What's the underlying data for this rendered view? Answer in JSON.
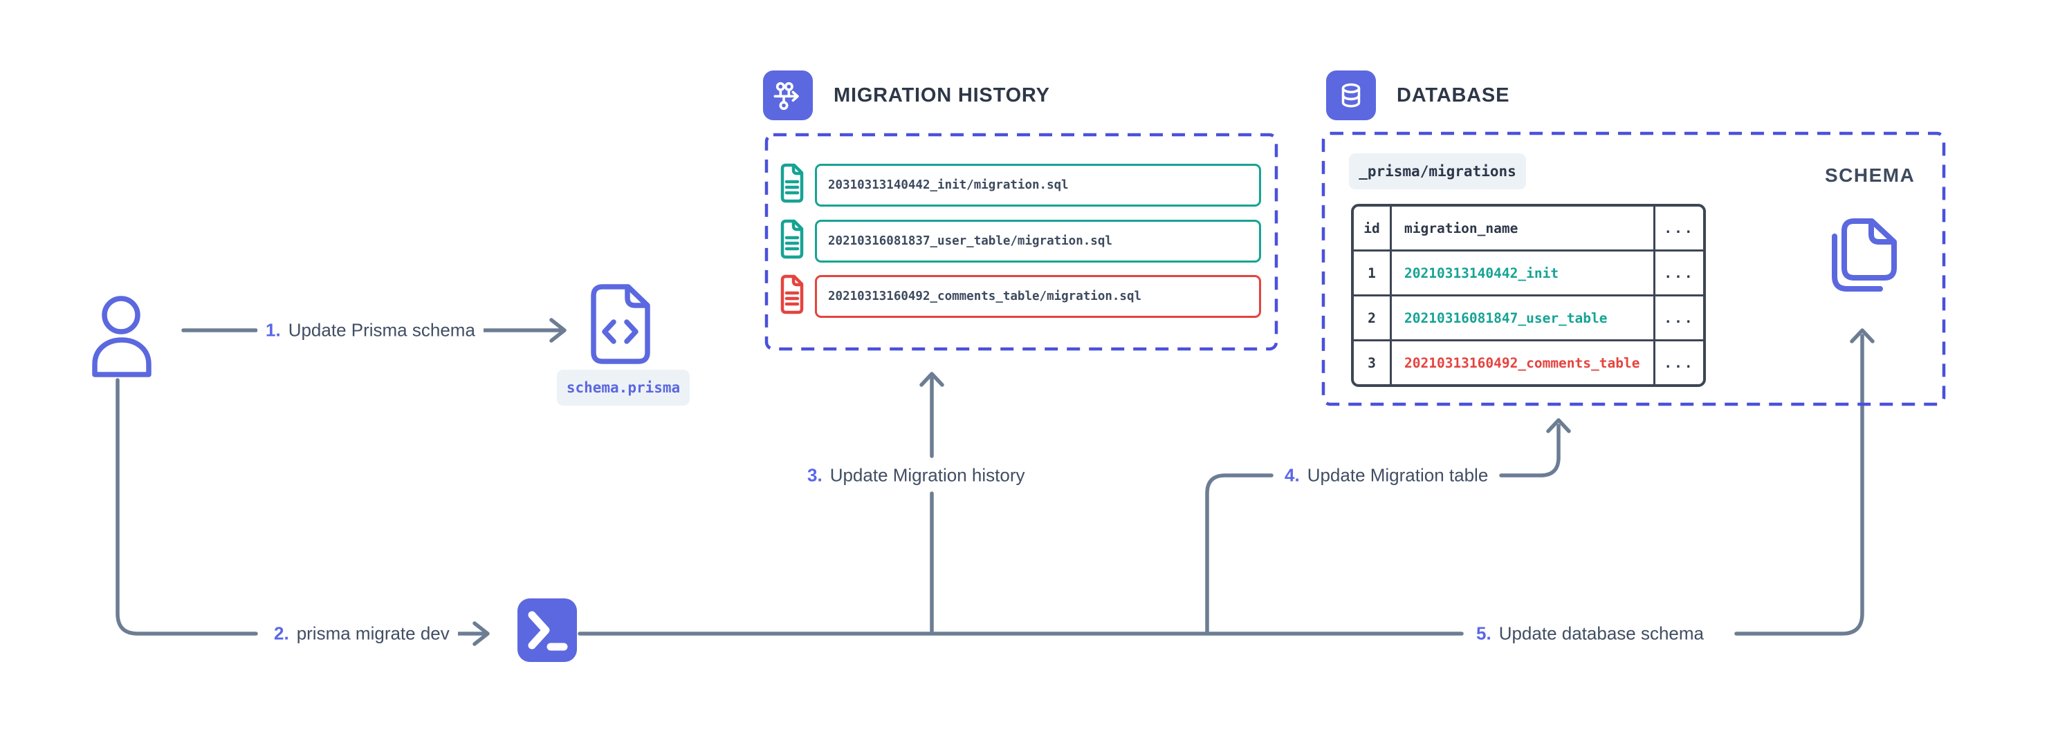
{
  "colors": {
    "indigo": "#5B68DF",
    "dashed_border": "#4A51DB",
    "teal_applied": "#16A394",
    "red_failed": "#E5433E",
    "heading_text": "#2D3748",
    "body_text": "#414E63",
    "connector_line": "#6C7D93",
    "chip_background": "#EDF2F7"
  },
  "steps": [
    {
      "num": "1.",
      "label": "Update Prisma schema"
    },
    {
      "num": "2.",
      "label": "prisma migrate dev"
    },
    {
      "num": "3.",
      "label": "Update Migration history"
    },
    {
      "num": "4.",
      "label": "Update Migration table"
    },
    {
      "num": "5.",
      "label": "Update database schema"
    }
  ],
  "schema_file": {
    "label": "schema.prisma"
  },
  "migration_history": {
    "title": "MIGRATION HISTORY",
    "entries": [
      {
        "text": "20310313140442_init/migration.sql",
        "status": "applied"
      },
      {
        "text": "20210316081837_user_table/migration.sql",
        "status": "applied"
      },
      {
        "text": "20210313160492_comments_table/migration.sql",
        "status": "failed"
      }
    ]
  },
  "database": {
    "title": "DATABASE",
    "table_name": "_prisma/migrations",
    "schema_label": "SCHEMA",
    "columns": [
      "id",
      "migration_name",
      "..."
    ],
    "rows": [
      {
        "id": "1",
        "name": "20210313140442_init",
        "more": "...",
        "status": "applied"
      },
      {
        "id": "2",
        "name": "20210316081847_user_table",
        "more": "...",
        "status": "applied"
      },
      {
        "id": "3",
        "name": "20210313160492_comments_table",
        "more": "...",
        "status": "failed"
      }
    ]
  },
  "icons": {
    "user": "user-icon",
    "schema_file": "code-file-icon",
    "terminal": "terminal-icon",
    "migration_history": "git-branch-icon",
    "database": "database-icon",
    "schema_copy": "files-icon",
    "entry_file": "file-text-icon"
  }
}
